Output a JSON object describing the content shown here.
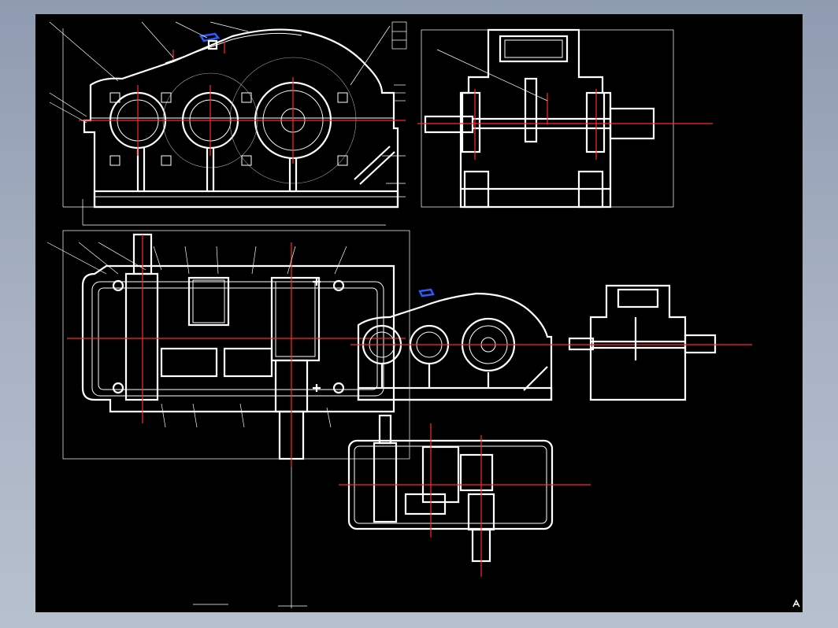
{
  "colors": {
    "background": "#000000",
    "frame": "#a9b3c4",
    "line": "#ffffff",
    "centerline": "#ff2a2a",
    "highlight": "#2b5cff"
  },
  "drawing": {
    "views": [
      "front-view-elevation",
      "side-view-section",
      "top-view-section",
      "thumbnail-front",
      "thumbnail-side",
      "thumbnail-top"
    ],
    "icons": [
      "cad-logo-icon"
    ]
  }
}
